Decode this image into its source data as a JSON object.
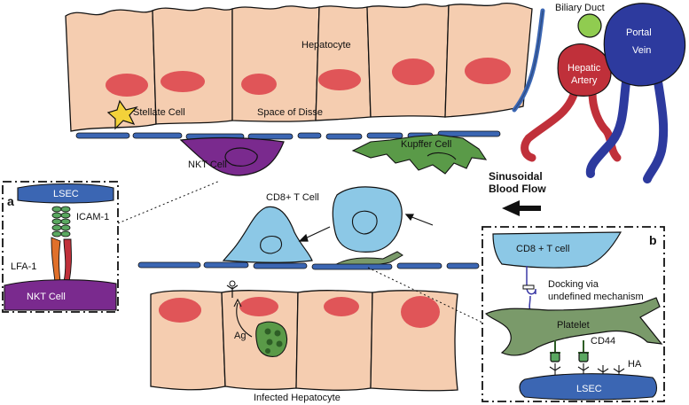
{
  "labels": {
    "hepatocyte": "Hepatocyte",
    "stellate_cell": "Stellate Cell",
    "space_of_disse": "Space of Disse",
    "nkt_cell": "NKT Cell",
    "kupffer_cell": "Kupffer Cell",
    "biliary_duct": "Biliary Duct",
    "portal_vein_1": "Portal",
    "portal_vein_2": "Vein",
    "hepatic_artery_1": "Hepatic",
    "hepatic_artery_2": "Artery",
    "sinusoidal_flow_1": "Sinusoidal",
    "sinusoidal_flow_2": "Blood Flow",
    "cd8_t_cell": "CD8+ T Cell",
    "ag": "Ag",
    "infected_hepatocyte": "Infected Hepatocyte"
  },
  "panel_a": {
    "letter": "a",
    "lsec": "LSEC",
    "icam": "ICAM-1",
    "lfa": "LFA-1",
    "nkt_cell": "NKT Cell"
  },
  "panel_b": {
    "letter": "b",
    "cd8": "CD8 + T cell",
    "docking_1": "Docking via",
    "docking_2": "undefined mechanism",
    "platelet": "Platelet",
    "cd44": "CD44",
    "ha": "HA",
    "lsec": "LSEC"
  },
  "colors": {
    "hepatocyte": "#f5cdb0",
    "nucleus": "#e05558",
    "endothelium": "#3b66b3",
    "nkt": "#7a2a8e",
    "kupffer": "#5a9a48",
    "cd8": "#8cc8e6",
    "platelet": "#7a9a6a",
    "artery": "#c0303a",
    "vein": "#2d3a9e",
    "bile": "#90cc50",
    "icam": "#5aa860",
    "lfa": "#e0702a"
  }
}
